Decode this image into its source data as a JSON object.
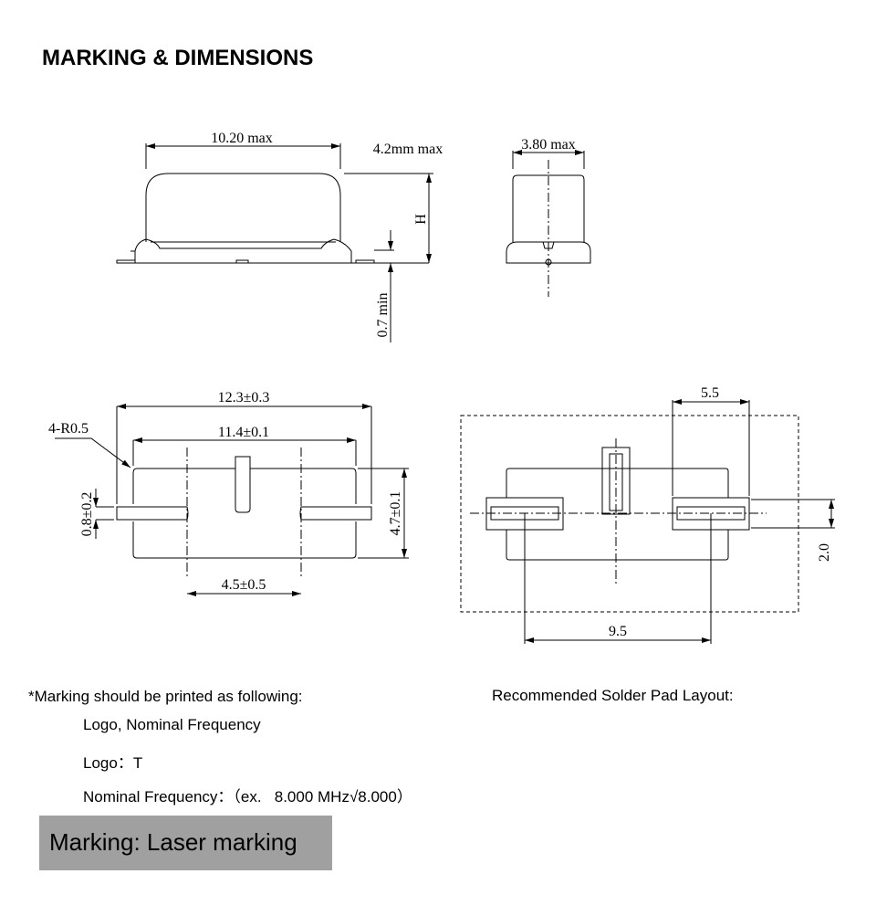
{
  "title": "MARKING & DIMENSIONS",
  "side_view": {
    "length": "10.20 max",
    "height_note": "4.2mm max",
    "height_label": "H",
    "standoff": "0.7 min"
  },
  "end_view": {
    "width": "3.80 max"
  },
  "bottom_view": {
    "overall_length": "12.3±0.3",
    "radius": "4-R0.5",
    "body_length": "11.4±0.1",
    "lead_width": "0.8±0.2",
    "body_width": "4.7±0.1",
    "lead_pitch": "4.5±0.5"
  },
  "pad_layout": {
    "pad_length": "5.5",
    "pad_width": "2.0",
    "pad_pitch": "9.5",
    "caption": "Recommended Solder Pad Layout:"
  },
  "marking": {
    "heading": "*Marking should be printed as following:",
    "line1": "Logo, Nominal Frequency",
    "line2": "Logo：T",
    "line3": "Nominal Frequency：（ex.   8.000 MHz√8.000）",
    "method": "Marking: Laser marking"
  }
}
